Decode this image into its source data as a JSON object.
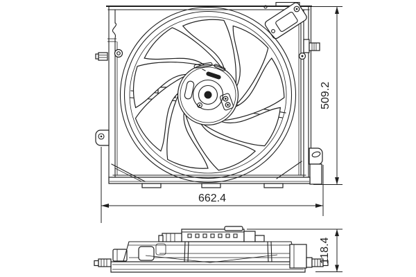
{
  "figure": {
    "kind": "engineering-diagram",
    "subject": "radiator-cooling-fan-assembly",
    "fan": {
      "blade_count": 9
    }
  },
  "dimensions": {
    "width_label": "662.4",
    "height_label": "509.2",
    "depth_label": "118.4"
  },
  "colors": {
    "line": "#1f1f1f",
    "background": "#ffffff"
  }
}
